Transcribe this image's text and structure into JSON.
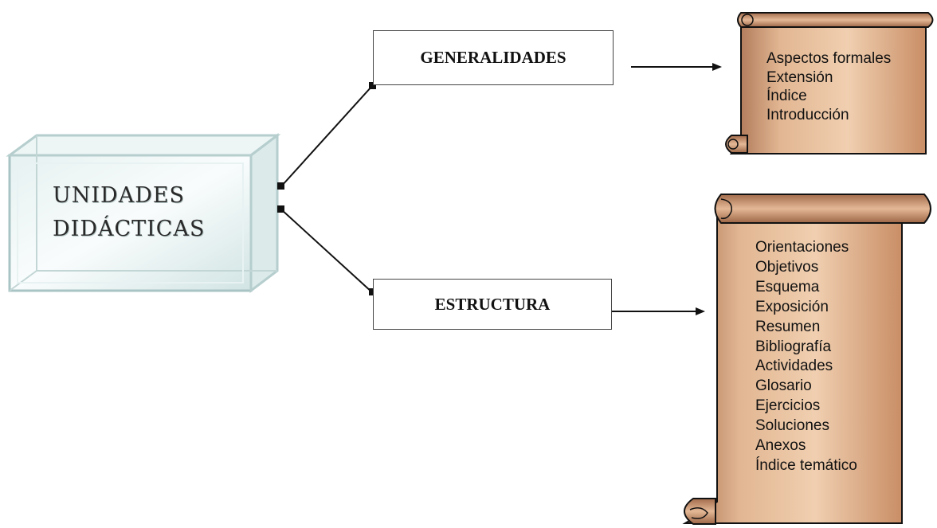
{
  "main": {
    "line1": "UNIDADES",
    "line2": "DIDÁCTICAS"
  },
  "branch_top": {
    "label": "GENERALIDADES",
    "items": [
      "Aspectos formales",
      "Extensión",
      "Índice",
      "Introducción"
    ]
  },
  "branch_bottom": {
    "label": "ESTRUCTURA",
    "items": [
      "Orientaciones",
      "Objetivos",
      "Esquema",
      "Exposición",
      "Resumen",
      "Bibliografía",
      "Actividades",
      "Glosario",
      "Ejercicios",
      "Soluciones",
      "Anexos",
      "Índice temático"
    ]
  },
  "colors": {
    "scroll_light": "#ecc7a3",
    "scroll_dark": "#8a5a3c",
    "glass": "#cfe3e3"
  }
}
